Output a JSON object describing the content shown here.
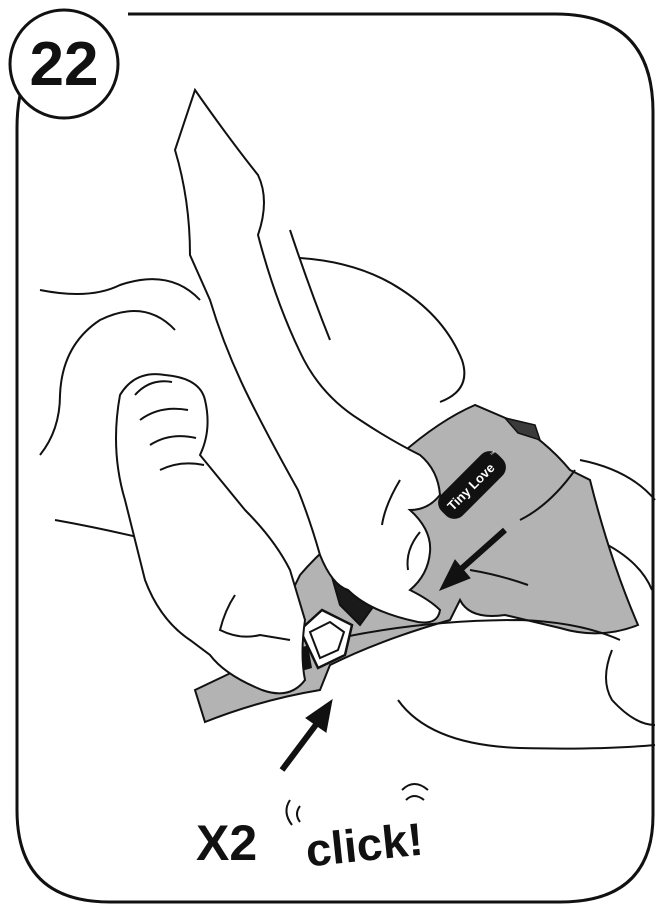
{
  "step": {
    "number": "22"
  },
  "callout": {
    "multiplier": "X2",
    "sound": "click!"
  },
  "brand": {
    "logo_text": "Tiny Love",
    "trademark": "™"
  },
  "colors": {
    "ink": "#111111",
    "fabric": "#b3b3b3",
    "buckle": "#1a1a1a",
    "paper": "#ffffff"
  }
}
